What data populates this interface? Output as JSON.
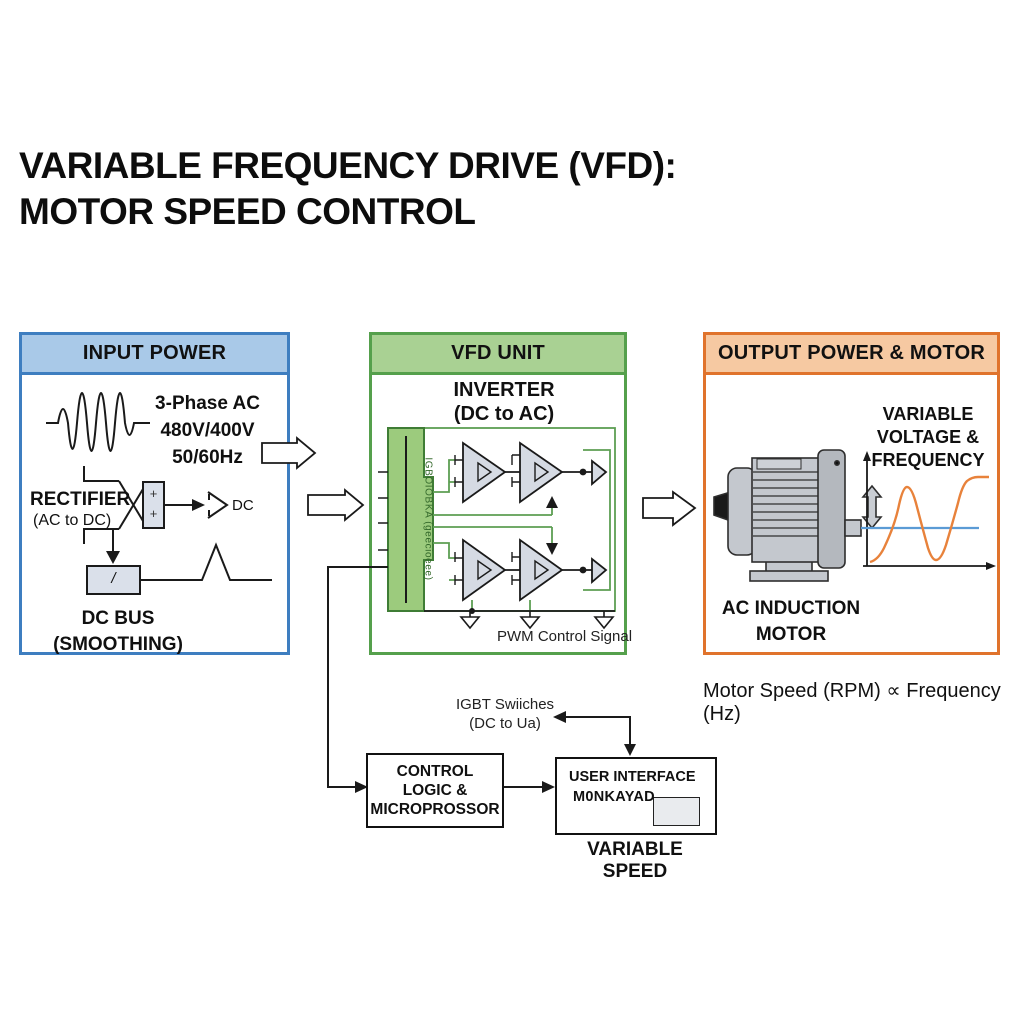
{
  "title": {
    "line1": "VARIABLE FREQUENCY DRIVE (VFD):",
    "line2": "MOTOR SPEED CONTROL"
  },
  "input_panel": {
    "header": "INPUT POWER",
    "phase_label": "3-Phase AC\n480V/400V\n50/60Hz",
    "rectifier_label": "RECTIFIER",
    "rectifier_sub": "(AC to DC)",
    "rectifier_plus": "+\n+",
    "dc_label": "DC",
    "dc_bus_slash": "/",
    "dc_bus_label": "DC BUS\n(SMOOTHING)"
  },
  "vfd_panel": {
    "header": "VFD UNIT",
    "inverter_label": "INVERTER\n(DC to AC)",
    "bus_bar_label": "IGBOIOBKA (geecioeee)",
    "pwm_label": "PWM Control Signal"
  },
  "output_panel": {
    "header": "OUTPUT POWER & MOTOR",
    "vvf_label": "VARIABLE\nVOLTAGE &\nFREQUENCY",
    "motor_label": "AC INDUCTION\nMOTOR"
  },
  "notes": {
    "speed_frequency": "Motor Speed (RPM) ∝ Frequency (Hz)",
    "igbt_note": "IGBT Swiiches\n(DC to Ua)"
  },
  "control_section": {
    "control_box": "CONTROL\nLOGIC &\nMICROPROSSOR",
    "ui_box_title": "USER INTERFACE",
    "ui_box_sub": "M0NKAYAD",
    "variable_speed": "VARIABLE SPEED"
  },
  "colors": {
    "input_border": "#3e7ec0",
    "input_header_bg": "#a9c9e8",
    "vfd_border": "#55a04c",
    "vfd_header_bg": "#a9d193",
    "output_border": "#e0732c",
    "output_header_bg": "#f6c9a2",
    "circuit_green": "#5d9e53",
    "bus_bar_green": "#9ccb7d",
    "sine_orange": "#e8823b",
    "midline_blue": "#5b9bd5"
  }
}
